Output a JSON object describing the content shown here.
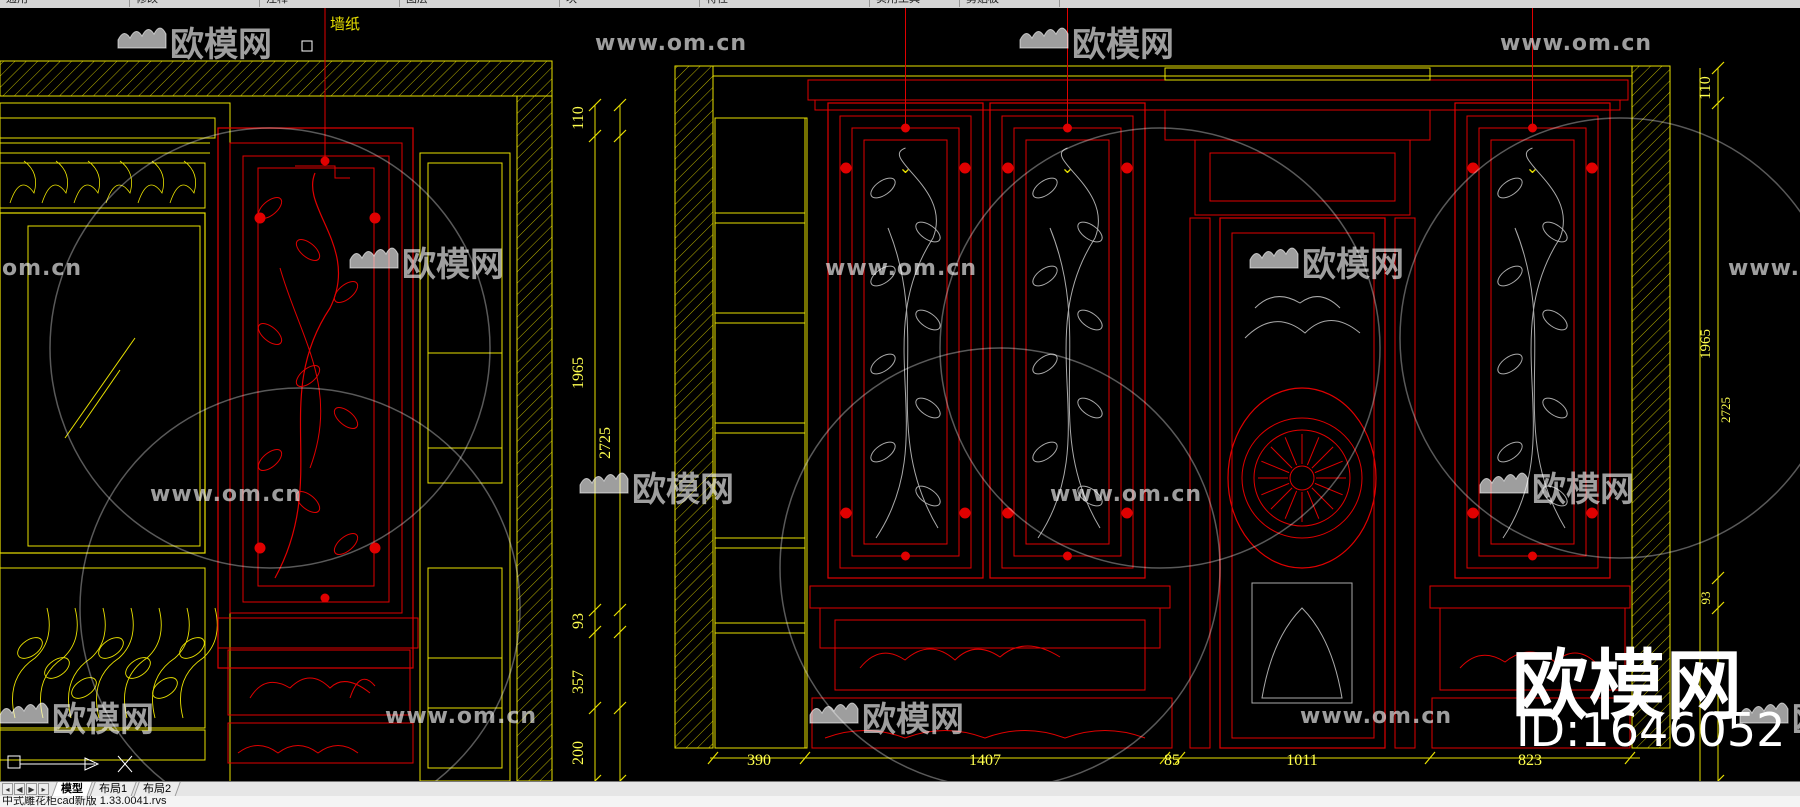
{
  "top_menu": [
    "通用",
    "修改",
    "注释",
    "图层",
    "块",
    "特性",
    "实用工具",
    "剪贴板"
  ],
  "annotations": {
    "wallpaper_label": "墙纸",
    "left_dims": [
      "110",
      "1965",
      "2725",
      "93",
      "357",
      "200"
    ],
    "right_dims": [
      "110",
      "1965",
      "2725",
      "93"
    ],
    "bottom_dims": [
      "390",
      "1407",
      "85",
      "1011",
      "823"
    ]
  },
  "watermark": {
    "logo_text": "欧模网",
    "url_text": "www.om.cn",
    "url_short": "om.cn",
    "big_text": "欧模网",
    "id_text": "ID:1646052"
  },
  "layout_tabs": [
    "模型",
    "布局1",
    "布局2"
  ],
  "nav_buttons": [
    "◂",
    "◀",
    "▶",
    "▸"
  ],
  "file_tab": "中式雕花柜cad新版 1.33.0041.rvs",
  "colors": {
    "red": "#e00000",
    "yellow": "#e8e000",
    "canvas": "#000000",
    "dim_text": "#ffff4f"
  }
}
